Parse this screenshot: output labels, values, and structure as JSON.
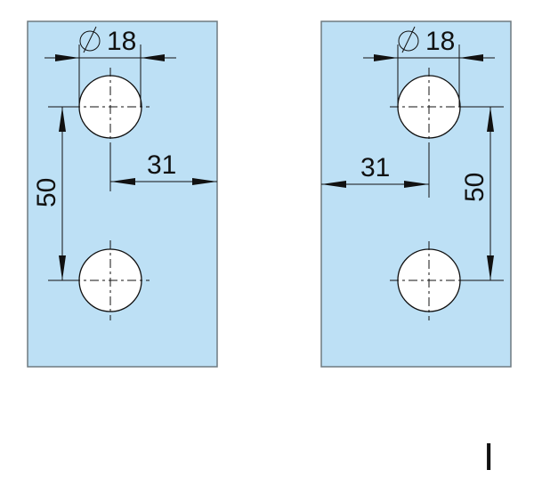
{
  "left_plate": {
    "hole_diameter_label": "18",
    "diameter_symbol": "⌀",
    "edge_distance_label": "31",
    "hole_spacing_label": "50"
  },
  "right_plate": {
    "hole_diameter_label": "18",
    "diameter_symbol": "⌀",
    "edge_distance_label": "31",
    "hole_spacing_label": "50"
  },
  "variant_label": "I"
}
